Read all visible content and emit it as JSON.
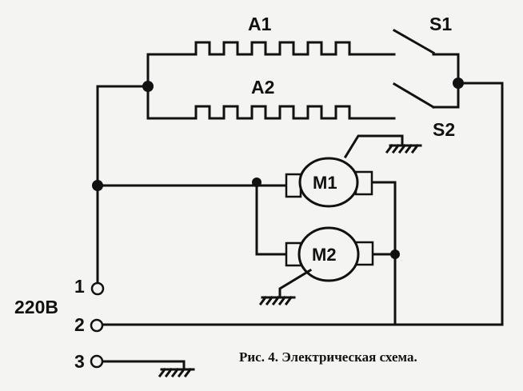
{
  "labels": {
    "a1": "A1",
    "a2": "A2",
    "s1": "S1",
    "s2": "S2",
    "m1": "M1",
    "m2": "M2",
    "voltage": "220В",
    "t1": "1",
    "t2": "2",
    "t3": "3"
  },
  "caption": "Рис. 4. Электрическая схема."
}
